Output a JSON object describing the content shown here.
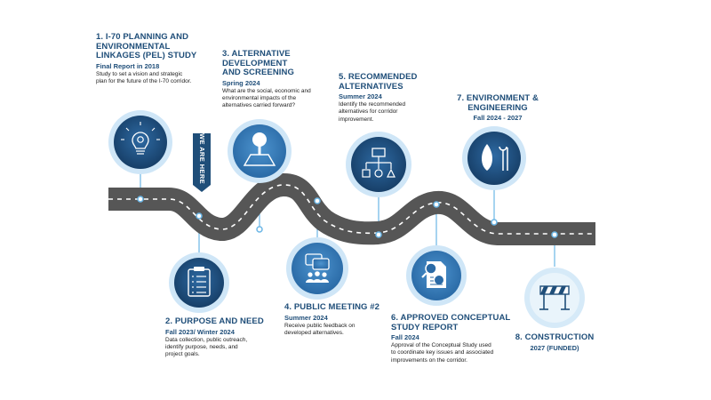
{
  "badge": {
    "label": "WE ARE HERE"
  },
  "steps": [
    {
      "title": "1. I-70 PLANNING AND\nENVIRONMENTAL\nLINKAGES (PEL) STUDY",
      "date": "Final Report in 2018",
      "desc": "Study to set a vision and strategic\nplan for the future of the I-70 corridor.",
      "icon": "lightbulb-gear-icon"
    },
    {
      "title": "2. PURPOSE AND NEED",
      "date": "Fall 2023/ Winter 2024",
      "desc": "Data collection, public outreach,\nidentify purpose, needs, and\nproject goals.",
      "icon": "clipboard-checklist-icon"
    },
    {
      "title": "3. ALTERNATIVE\nDEVELOPMENT\nAND SCREENING",
      "date": "Spring 2024",
      "desc": "What are the social, economic and\nenvironmental impacts of the\nalternatives carried forward?",
      "icon": "tree-road-icon"
    },
    {
      "title": "4. PUBLIC MEETING #2",
      "date": "Summer 2024",
      "desc": "Receive public feedback on\ndeveloped alternatives.",
      "icon": "people-speech-icon"
    },
    {
      "title": "5. RECOMMENDED\nALTERNATIVES",
      "date": "Summer 2024",
      "desc": "Identify the recommended\nalternatives for corridor\nimprovement.",
      "icon": "flowchart-icon"
    },
    {
      "title": "6. APPROVED CONCEPTUAL\nSTUDY REPORT",
      "date": "Fall 2024",
      "desc": "Approval of the Conceptual Study used\nto coordinate key issues and associated\nimprovements on the corridor.",
      "icon": "report-magnifier-icon"
    },
    {
      "title": "7. ENVIRONMENT &\nENGINEERING",
      "date": "Fall 2024 - 2027",
      "desc": "",
      "icon": "leaf-wrench-icon"
    },
    {
      "title": "8. CONSTRUCTION",
      "date": "2027 (FUNDED)",
      "desc": "",
      "icon": "road-barrier-icon"
    }
  ],
  "colors": {
    "dark_blue": "#1f4e79",
    "mid_blue": "#3a7db8",
    "light_blue": "#8dc8ee",
    "road": "#555555"
  }
}
